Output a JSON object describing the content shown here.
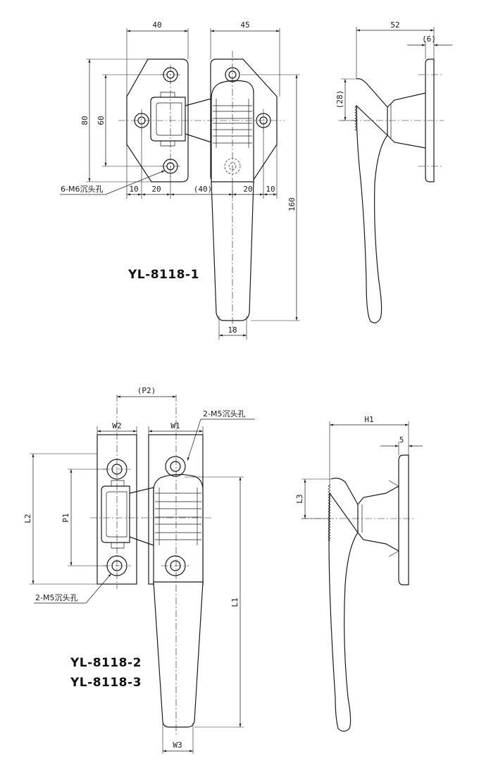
{
  "drawing_top": {
    "model": "YL-8118-1",
    "dims": {
      "w40": "40",
      "w45": "45",
      "h80": "80",
      "h60": "60",
      "d10a": "10",
      "d20a": "20",
      "d40": "(40)",
      "d20b": "20",
      "d10b": "10",
      "h160": "160",
      "w18": "18",
      "w52": "52",
      "w6": "(6)",
      "h28": "(28)"
    },
    "hole_note": "6-M6沉头孔"
  },
  "drawing_bottom": {
    "models": [
      "YL-8118-2",
      "YL-8118-3"
    ],
    "dims": {
      "p2": "(P2)",
      "w2": "W2",
      "w1": "W1",
      "l2": "L2",
      "p1": "P1",
      "l1": "L1",
      "w3": "W3",
      "h1": "H1",
      "d5": "5",
      "l3": "L3"
    },
    "hole_note_top": "2-M5沉头孔",
    "hole_note_bottom": "2-M5沉头孔"
  }
}
